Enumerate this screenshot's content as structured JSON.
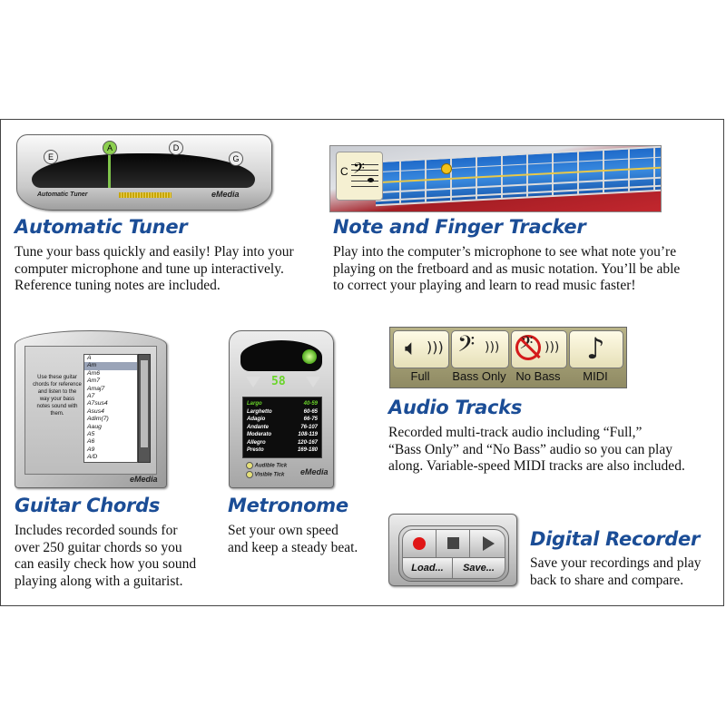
{
  "features": {
    "tuner": {
      "title": "Automatic Tuner",
      "lines": [
        "Tune your bass quickly and easily! Play into your",
        "computer microphone and tune up interactively.",
        "Reference tuning notes are included."
      ],
      "strings": [
        "E",
        "A",
        "D",
        "G"
      ],
      "panel_label": "Automatic Tuner",
      "brand": "eMedia"
    },
    "tracker": {
      "title": "Note and Finger Tracker",
      "lines": [
        "Play into the computer’s microphone to see what note you’re",
        "playing on the fretboard and as music notation. You’ll be able",
        "to correct your playing and learn to read music faster!"
      ],
      "note": "C"
    },
    "chords": {
      "title": "Guitar Chords",
      "lines": [
        "Includes recorded sounds for",
        "over 250 guitar chords so you",
        "can easily check how you sound",
        "playing along with a guitarist."
      ],
      "instruction": "Use these guitar chords for reference and listen to the way your bass notes sound with them.",
      "list": [
        "A",
        "Am",
        "Am6",
        "Am7",
        "Amaj7",
        "A7",
        "A7sus4",
        "Asus4",
        "Adim(7)",
        "Aaug",
        "A5",
        "A6",
        "A9",
        "A/D"
      ],
      "brand": "eMedia"
    },
    "metronome": {
      "title": "Metronome",
      "lines": [
        "Set your own speed",
        "and keep a steady beat."
      ],
      "tempo": "58",
      "tempos": [
        {
          "name": "Largo",
          "range": "40-59"
        },
        {
          "name": "Larghetto",
          "range": "60-65"
        },
        {
          "name": "Adagio",
          "range": "66-75"
        },
        {
          "name": "Andante",
          "range": "76-107"
        },
        {
          "name": "Moderato",
          "range": "108-119"
        },
        {
          "name": "Allegro",
          "range": "120-167"
        },
        {
          "name": "Presto",
          "range": "169-180"
        }
      ],
      "audible": "Audible Tick",
      "visible": "Visible Tick",
      "brand": "eMedia"
    },
    "audio": {
      "title": "Audio Tracks",
      "lines": [
        "Recorded multi-track audio including “Full,”",
        "“Bass Only” and “No Bass” audio so you can play",
        "along. Variable-speed MIDI tracks are also included."
      ],
      "tracks": [
        "Full",
        "Bass Only",
        "No Bass",
        "MIDI"
      ]
    },
    "recorder": {
      "title": "Digital Recorder",
      "lines": [
        "Save your recordings and play",
        "back to share and compare."
      ],
      "load": "Load...",
      "save": "Save..."
    }
  }
}
